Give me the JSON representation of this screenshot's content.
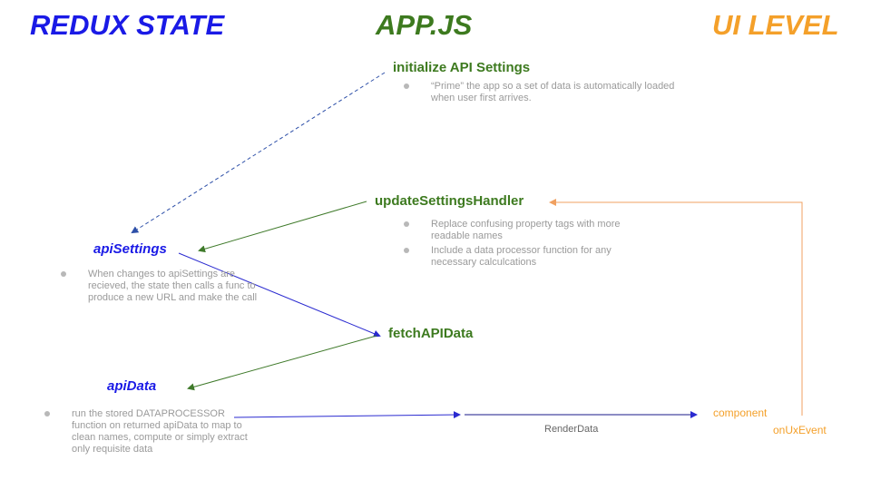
{
  "columns": {
    "redux": "REDUX STATE",
    "app": "APP.JS",
    "ui": "UI LEVEL"
  },
  "nodes": {
    "init_api": {
      "title": "initialize API Settings",
      "notes": [
        "“Prime” the app so a set of data is automatically loaded when user first arrives."
      ]
    },
    "update_handler": {
      "title": "updateSettingsHandler",
      "notes": [
        "Replace confusing property tags with more readable names",
        "Include a data processor function for any necessary calculcations"
      ]
    },
    "api_settings": {
      "title": "apiSettings",
      "notes": [
        "When changes to apiSettings are recieved, the state then calls a func to produce a new URL and make the call"
      ]
    },
    "fetch": {
      "title": "fetchAPIData"
    },
    "api_data": {
      "title": "apiData",
      "notes": [
        "run the stored DATAPROCESSOR function on returned apiData to map to clean names, compute or simply extract only requisite data"
      ]
    },
    "component": "component",
    "on_ux_event": "onUxEvent",
    "render_data": "RenderData"
  },
  "colors": {
    "blue": "#1a1ae6",
    "green": "#3d7a1f",
    "orange": "#f4a02a",
    "dashed_blue": "#2d4fa8",
    "edge_green": "#3f7a2a",
    "edge_blue": "#2a2ad0",
    "edge_orange": "#f0a060",
    "note_gray": "#9a9a9a"
  }
}
